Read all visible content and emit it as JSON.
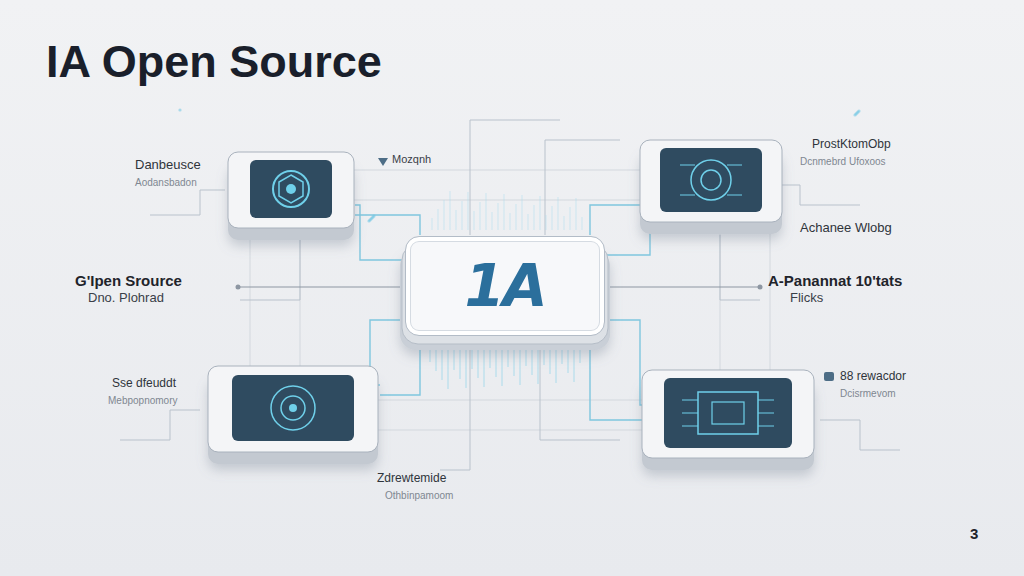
{
  "diagram": {
    "title": "IA Open Source",
    "nodes": [
      {
        "text": [
          "1A"
        ]
      }
    ],
    "labels": [
      "Danbeusce",
      "Aodansbadon",
      "Mozqnh",
      "ProstKtomObp",
      "Dcnmebrd Ufoxoos",
      "Achanee Wlobg",
      "G'Ipen Srource",
      "Dno. Plohrad",
      "A-Panannat 10'tats",
      "Flicks",
      "Sse dfeuddt",
      "Mebpopnomory",
      "Zdrewtemide",
      "Othbinpamoom",
      "88 rewacdor",
      "Dcisrmevom",
      "3"
    ]
  }
}
